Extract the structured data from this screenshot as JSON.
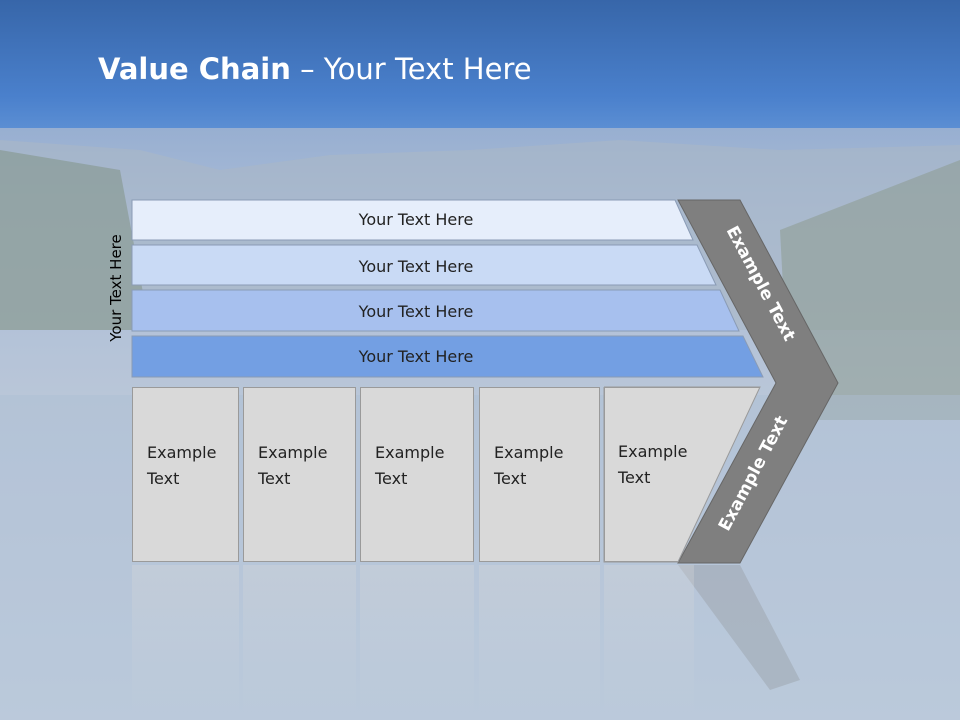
{
  "title": {
    "bold": "Value Chain",
    "rest": " – Your Text Here"
  },
  "side_label": "Your Text Here",
  "bands": [
    {
      "label": "Your Text Here",
      "color": "#e6eefb"
    },
    {
      "label": "Your Text Here",
      "color": "#c9daf5"
    },
    {
      "label": "Your Text Here",
      "color": "#a7c0ee"
    },
    {
      "label": "Your Text Here",
      "color": "#739fe3"
    }
  ],
  "chevron": {
    "upper_label": "Example Text",
    "lower_label": "Example Text",
    "color": "#7f7f7f"
  },
  "cards": [
    {
      "label": "Example Text"
    },
    {
      "label": "Example Text"
    },
    {
      "label": "Example Text"
    },
    {
      "label": "Example Text"
    },
    {
      "label": "Example Text"
    }
  ]
}
